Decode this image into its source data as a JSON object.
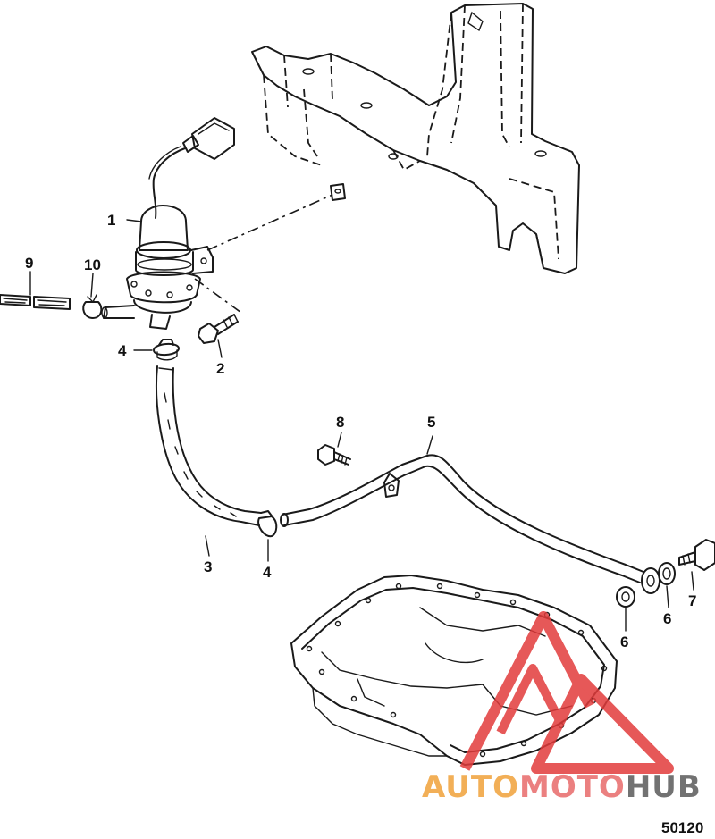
{
  "figure_number": "50120",
  "callouts": [
    {
      "id": "c1",
      "label": "1"
    },
    {
      "id": "c2",
      "label": "2"
    },
    {
      "id": "c3",
      "label": "3"
    },
    {
      "id": "c4a",
      "label": "4"
    },
    {
      "id": "c4b",
      "label": "4"
    },
    {
      "id": "c5",
      "label": "5"
    },
    {
      "id": "c6a",
      "label": "6"
    },
    {
      "id": "c6b",
      "label": "6"
    },
    {
      "id": "c7",
      "label": "7"
    },
    {
      "id": "c8",
      "label": "8"
    },
    {
      "id": "c9",
      "label": "9"
    },
    {
      "id": "c10",
      "label": "10"
    }
  ],
  "watermark": {
    "part1": "AUTO",
    "part2": "MOTO",
    "part3": "HUB",
    "color_primary": "#f0a23a",
    "color_secondary": "#e86a6a",
    "color_dark": "#5a5a5a",
    "triangle_color": "#e23b3b"
  },
  "colors": {
    "line": "#1a1a1a",
    "background": "#ffffff"
  }
}
